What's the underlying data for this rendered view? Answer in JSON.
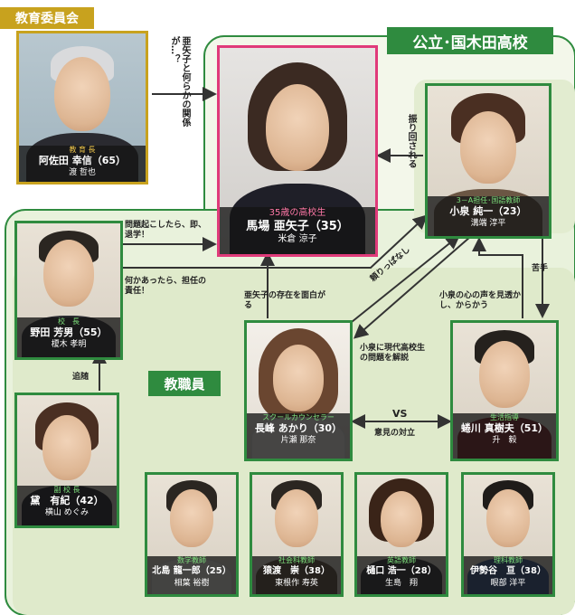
{
  "groups": {
    "board": "教育委員会",
    "school": "公立･国木田高校",
    "staff": "教職員"
  },
  "people": {
    "asada": {
      "role": "教 育 長",
      "name": "阿佐田 幸信（65）",
      "actor": "渡 哲也"
    },
    "baba": {
      "role": "35歳の高校生",
      "name": "馬場 亜矢子（35）",
      "actor": "米倉 涼子"
    },
    "koizumi": {
      "role": "3－A担任･国語教師",
      "name": "小泉 純一（23）",
      "actor": "溝端 淳平"
    },
    "noda": {
      "role": "校　長",
      "name": "野田 芳男（55）",
      "actor": "榎木 孝明"
    },
    "nagamine": {
      "role": "スクールカウンセラー",
      "name": "長峰 あかり（30）",
      "actor": "片瀬 那奈"
    },
    "hachikawa": {
      "role": "生活指導",
      "name": "蜷川 真樹夫（51）",
      "actor": "升　毅"
    },
    "mayuzumi": {
      "role": "副 校 長",
      "name": "黛　有紀（42）",
      "actor": "横山 めぐみ"
    },
    "kitajima": {
      "role": "数学教師",
      "name": "北島 龍一郎（25）",
      "actor": "相葉 裕樹"
    },
    "sarushima": {
      "role": "社会科教師",
      "name": "猿渡　崇（38）",
      "actor": "東根作 寿英"
    },
    "higuchi": {
      "role": "英語教師",
      "name": "樋口 浩一（28）",
      "actor": "生島　翔"
    },
    "isegaya": {
      "role": "理科教師",
      "name": "伊勢谷　亘（38）",
      "actor": "眼部 洋平"
    }
  },
  "relations": {
    "asada_baba": "亜矢子と何らかの関係が…？",
    "koizumi_baba": "振り回される",
    "noda_baba": "問題起こしたら、即、退学！",
    "noda_koizumi": "何かあったら、担任の責任！",
    "mayuzumi_noda": "追随",
    "nagamine_baba": "亜矢子の存在を面白がる",
    "nagamine_koizumi": "頼りっぱなし",
    "koizumi_nagamine": "小泉に現代高校生の問題を解説",
    "koizumi_hachikawa": "苦手",
    "hachikawa_koizumi": "小泉の心の声を見透かし、からかう",
    "vs": "VS",
    "vs_sub": "意見の対立"
  },
  "colors": {
    "green": "#2f8b3f",
    "gold": "#c8a21e",
    "pink": "#e03a7a"
  }
}
